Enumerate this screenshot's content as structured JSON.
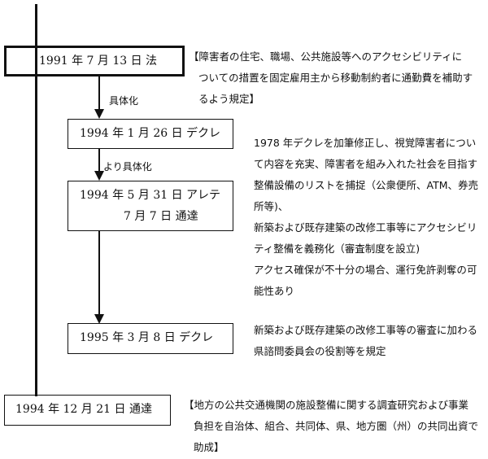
{
  "nodes": {
    "law_1991": "1991 年 7 月 13 日  法",
    "decret_1994_jan": "1994 年 1 月 26 日  デクレ",
    "arrete_1994_may": "1994 年 5 月 31 日  アレテ",
    "circular_1994_jul": "7 月 7 日   通達",
    "decret_1995": "1995 年 3 月 8 日  デクレ",
    "circular_1994_dec": "1994 年 12 月 21 日  通達"
  },
  "edges": {
    "concretize": "具体化",
    "more_concretize": "より具体化"
  },
  "notes": {
    "law_1991": [
      "【障害者の住宅、職場、公共施設等へのアクセシビリティに",
      "ついての措置を固定雇用主から移動制約者に通勤費を補助す",
      "るよう規定】"
    ],
    "decret_arrete": [
      "1978 年デクレを加筆修正し、視覚障害者につい",
      "て内容を充実、障害者を組み入れた社会を目指す",
      "整備設備のリストを捕捉（公衆便所、ATM、券売",
      "所等)、",
      "新築および既存建築の改修工事等にアクセシビリ",
      "ティ整備を義務化（審査制度を設立)",
      "アクセス確保が不十分の場合、運行免許剥奪の可",
      "能性あり"
    ],
    "decret_1995": [
      "新築および既存建築の改修工事等の審査に加わる",
      "県諮問委員会の役割等を規定"
    ],
    "circular_1994_dec": [
      "【地方の公共交通機関の施設整備に関する調査研究および事業",
      "負担を自治体、組合、共同体、県、地方圏（州）の共同出資で",
      "助成】"
    ]
  }
}
